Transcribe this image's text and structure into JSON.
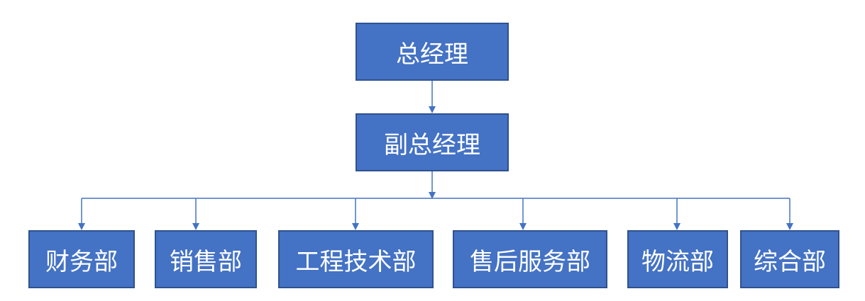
{
  "chart_data": {
    "type": "org-chart",
    "root": {
      "label": "总经理",
      "children": [
        {
          "label": "副总经理",
          "children": [
            {
              "label": "财务部"
            },
            {
              "label": "销售部"
            },
            {
              "label": "工程技术部"
            },
            {
              "label": "售后服务部"
            },
            {
              "label": "物流部"
            },
            {
              "label": "综合部"
            }
          ]
        }
      ]
    }
  },
  "colors": {
    "box_fill": "#4472c4",
    "box_border": "#2f528f",
    "connector": "#4472c4",
    "text": "#ffffff"
  }
}
